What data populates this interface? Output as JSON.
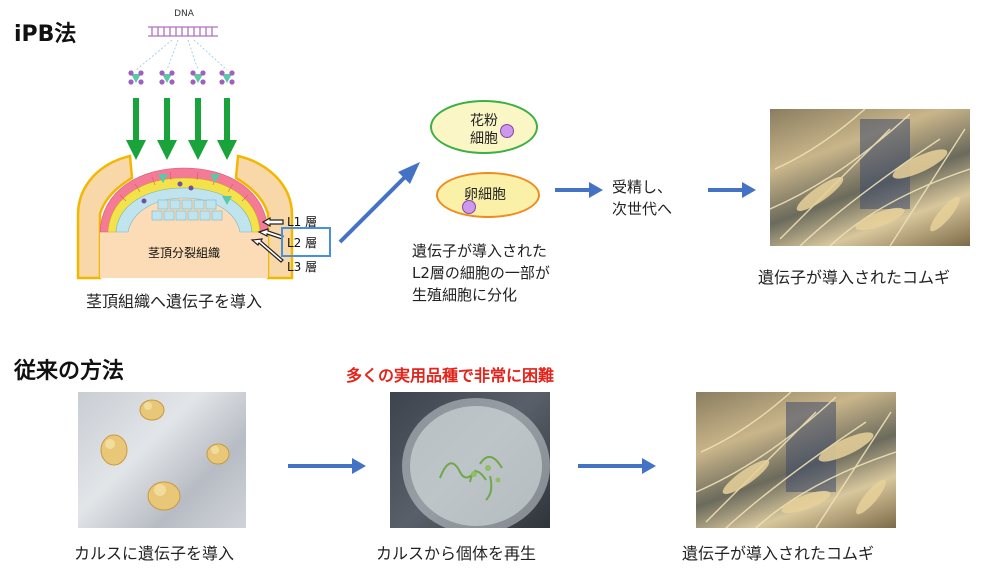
{
  "section_ipb": {
    "title": "iPB法",
    "dna_label": "DNA",
    "layer_labels": [
      "L1 層",
      "L2 層",
      "L3 層"
    ],
    "meristem_label": "茎頂分裂組織",
    "caption_meristem": "茎頂組織へ遺伝子を導入",
    "pollen_cell": [
      "花粉",
      "細胞"
    ],
    "egg_cell": "卵細胞",
    "differentiation_lines": [
      "遺伝子が導入された",
      "L2層の細胞の一部が",
      "生殖細胞に分化"
    ],
    "fertilize_lines": [
      "受精し、",
      "次世代へ"
    ],
    "caption_wheat": "遺伝子が導入されたコムギ"
  },
  "section_conventional": {
    "title": "従来の方法",
    "difficulty_note": "多くの実用品種で非常に困難",
    "caption_callus": "カルスに遺伝子を導入",
    "caption_regenerate": "カルスから個体を再生",
    "caption_wheat": "遺伝子が導入されたコムギ"
  },
  "colors": {
    "arrow_blue": "#4472c4",
    "arrow_green": "#1aa33a",
    "note_red": "#e3241c",
    "pollen_fill": "#fbf6c6",
    "pollen_border": "#3cb043",
    "egg_fill": "#fbf0a8",
    "egg_border": "#f08c1e",
    "nucleus": "#cc99ee"
  }
}
